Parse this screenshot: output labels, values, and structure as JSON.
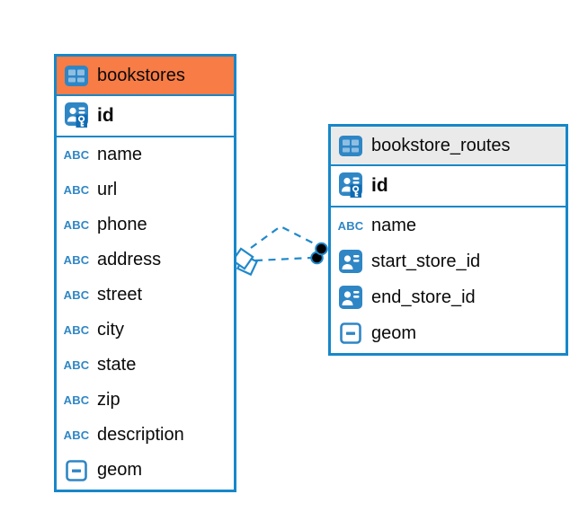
{
  "colors": {
    "blue": "#1787C9",
    "icon_blue": "#2F86C5",
    "icon_cell": "#8FBEE2",
    "key_box": "#0F6CB4",
    "orange_header": "#F87C45",
    "gray_header": "#EAEAEA",
    "line_blue": "#2089CB",
    "text": "#0A0A0A",
    "background": "#FFFFFF"
  },
  "icons": {
    "text_label": "ABC"
  },
  "tables": [
    {
      "name": "bookstores",
      "header_bg": "#F87C45",
      "columns": [
        {
          "name": "id",
          "icon": "primary-key",
          "bold": true
        },
        {
          "name": "name",
          "icon": "text"
        },
        {
          "name": "url",
          "icon": "text"
        },
        {
          "name": "phone",
          "icon": "text"
        },
        {
          "name": "address",
          "icon": "text"
        },
        {
          "name": "street",
          "icon": "text"
        },
        {
          "name": "city",
          "icon": "text"
        },
        {
          "name": "state",
          "icon": "text"
        },
        {
          "name": "zip",
          "icon": "text"
        },
        {
          "name": "description",
          "icon": "text"
        },
        {
          "name": "geom",
          "icon": "geometry"
        }
      ]
    },
    {
      "name": "bookstore_routes",
      "header_bg": "#EAEAEA",
      "columns": [
        {
          "name": "id",
          "icon": "primary-key",
          "bold": true
        },
        {
          "name": "name",
          "icon": "text"
        },
        {
          "name": "start_store_id",
          "icon": "person-ref"
        },
        {
          "name": "end_store_id",
          "icon": "person-ref"
        },
        {
          "name": "geom",
          "icon": "geometry"
        }
      ]
    }
  ],
  "relationship": {
    "style": "dashed",
    "line_count": 2,
    "from_table": "bookstores",
    "to_table": "bookstore_routes"
  }
}
